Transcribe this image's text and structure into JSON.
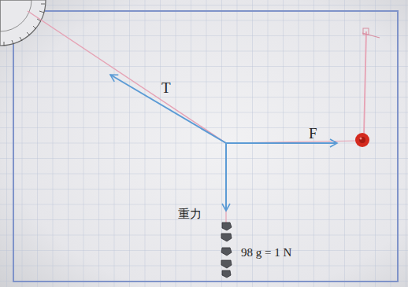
{
  "diagram": {
    "labels": [
      "T",
      "F",
      "重力",
      "98 g = 1 N"
    ]
  }
}
